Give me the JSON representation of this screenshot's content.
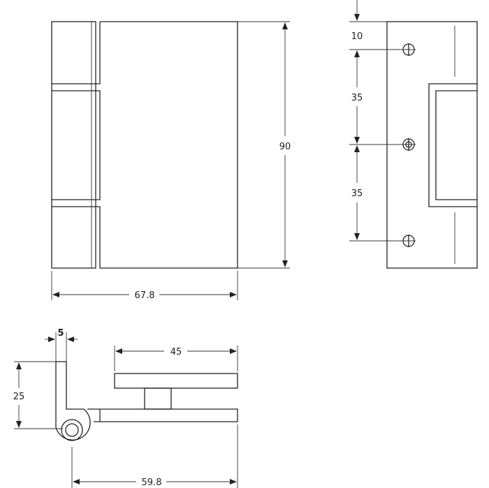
{
  "dimensions": {
    "front_height": "90",
    "front_width": "67.8",
    "hole_top_offset": "10",
    "hole_spacing_upper": "35",
    "hole_spacing_lower": "35",
    "leaf_thickness": "5",
    "leaf_height": "25",
    "clamp_plate_width": "45",
    "overall_depth": "59.8"
  }
}
